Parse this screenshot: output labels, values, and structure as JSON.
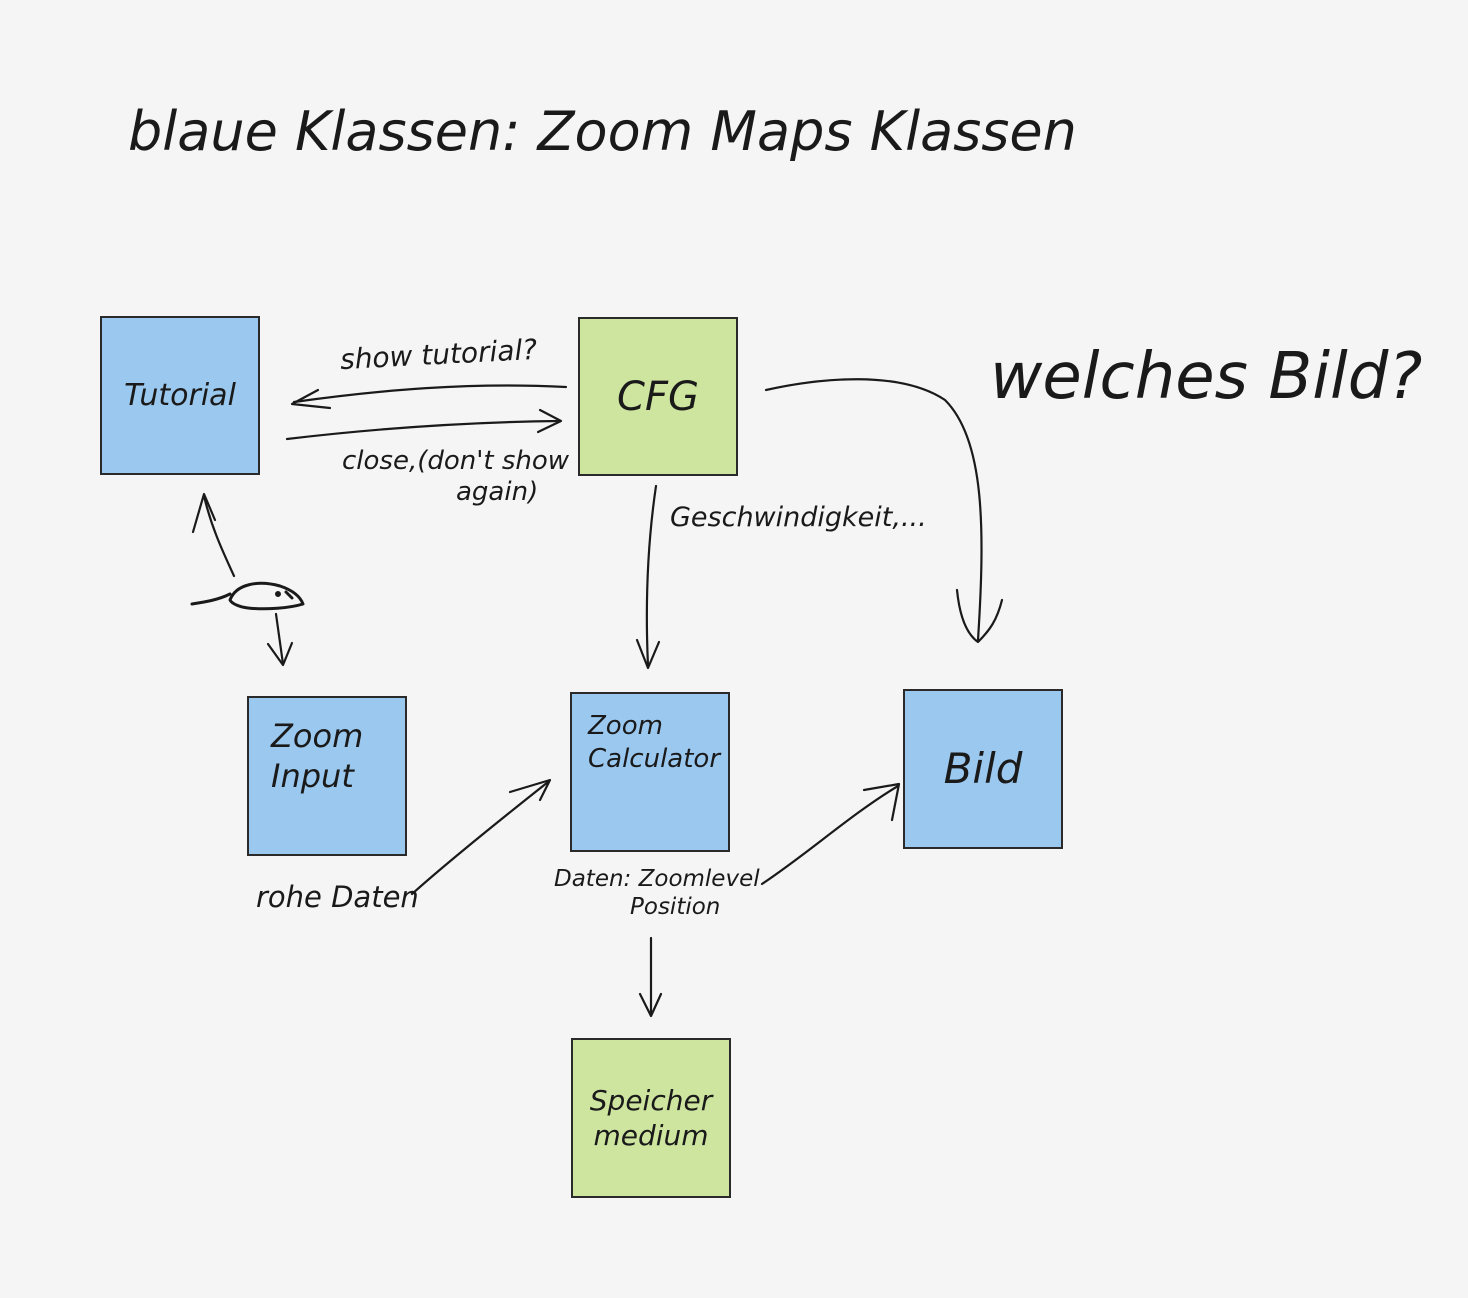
{
  "title": "blaue Klassen: Zoom Maps Klassen",
  "question": "welches Bild?",
  "boxes": {
    "tutorial": "Tutorial",
    "cfg": "CFG",
    "zoom_input": [
      "Zoom",
      "Input"
    ],
    "zoom_calculator": [
      "Zoom",
      "Calculator"
    ],
    "bild": "Bild",
    "speicher_medium": [
      "Speicher",
      "medium"
    ]
  },
  "edge_labels": {
    "show_tutorial": "show tutorial?",
    "close": [
      "close,(don't show",
      "again)"
    ],
    "geschwindigkeit": "Geschwindigkeit,...",
    "rohe_daten": "rohe Daten",
    "daten": [
      "Daten: Zoomlevel",
      "Position"
    ]
  },
  "colors": {
    "blue_class": "#9bc8ef",
    "green_class": "#cde59f",
    "background": "#f5f5f5",
    "ink": "#1a1a1a"
  },
  "icons": {
    "mouse": "mouse-icon"
  }
}
